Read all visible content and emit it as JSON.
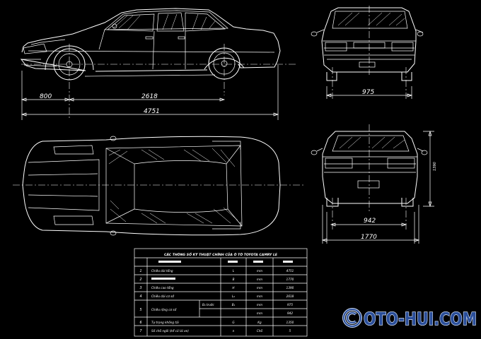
{
  "dimensions": {
    "front_overhang": "800",
    "wheelbase": "2618",
    "overall_length": "4751",
    "front_track": "975",
    "rear_track": "942",
    "overall_width": "1770",
    "height_side": "1390"
  },
  "spec_table": {
    "title": "CÁC THÔNG SỐ KỸ THUẬT CHÍNH CỦA Ô TÔ TOYOTA CAMRY LE",
    "rows": [
      {
        "no": "1",
        "name": "Chiều dài tổng",
        "sym": "L",
        "unit": "mm",
        "value": "4751"
      },
      {
        "no": "2",
        "name": "",
        "sym": "B",
        "unit": "mm",
        "value": "1770"
      },
      {
        "no": "3",
        "name": "Chiều cao tổng",
        "sym": "H",
        "unit": "mm",
        "value": "1390"
      },
      {
        "no": "4",
        "name": "Chiều dài cơ sở",
        "sym": "L₀",
        "unit": "mm",
        "value": "2618"
      },
      {
        "no": "5",
        "name": "Chiều rộng cơ sở",
        "sub": "B₀ trước",
        "sym": "B₁",
        "unit": "mm",
        "value": "975"
      },
      {
        "no": "",
        "name": "",
        "sub": "",
        "sym": "",
        "unit": "mm",
        "value": "942"
      },
      {
        "no": "6",
        "name": "Tự trọng không tải",
        "sym": "G",
        "unit": "Kg",
        "value": "1350"
      },
      {
        "no": "7",
        "name": "Số chỗ ngồi (kể cả lái xe)",
        "sym": "n",
        "unit": "Chỗ",
        "value": "5"
      }
    ]
  },
  "watermark": "OTO-HUI.COM"
}
